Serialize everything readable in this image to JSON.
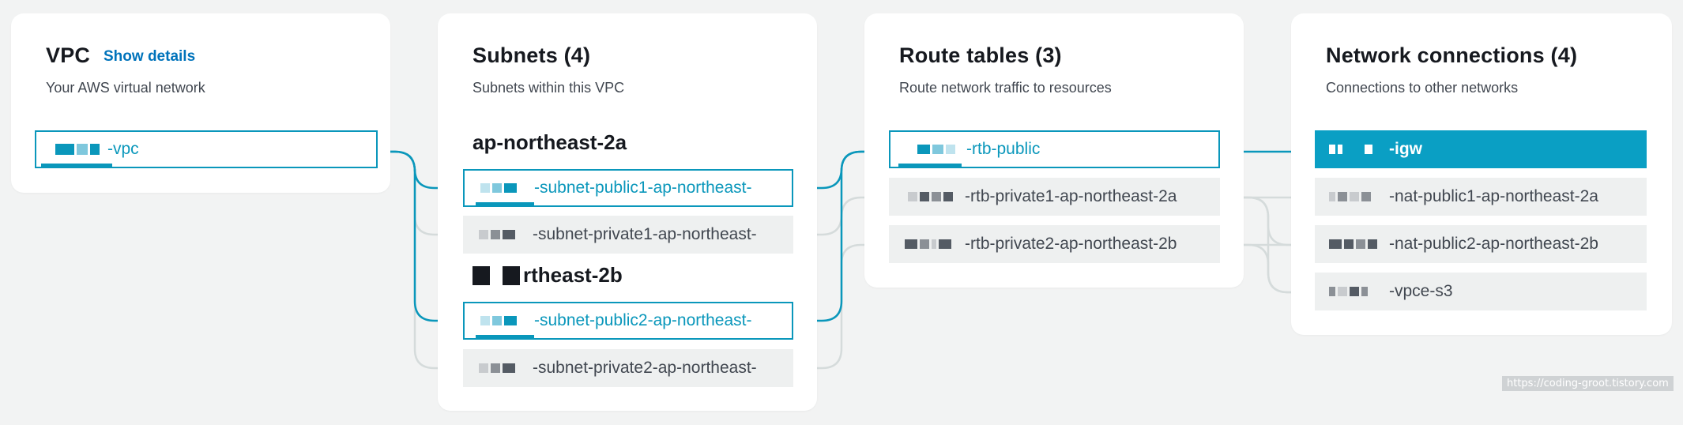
{
  "vpc": {
    "title": "VPC",
    "show_details": "Show details",
    "subtitle": "Your AWS virtual network",
    "node": "-vpc"
  },
  "subnets": {
    "title": "Subnets (4)",
    "subtitle": "Subnets within this VPC",
    "zones": [
      {
        "label": "ap-northeast-2a",
        "items": [
          "-subnet-public1-ap-northeast-",
          "-subnet-private1-ap-northeast-"
        ]
      },
      {
        "label": "rtheast-2b",
        "items": [
          "-subnet-public2-ap-northeast-",
          "-subnet-private2-ap-northeast-"
        ]
      }
    ]
  },
  "route_tables": {
    "title": "Route tables (3)",
    "subtitle": "Route network traffic to resources",
    "items": [
      "-rtb-public",
      "-rtb-private1-ap-northeast-2a",
      "-rtb-private2-ap-northeast-2b"
    ]
  },
  "network_connections": {
    "title": "Network connections (4)",
    "subtitle": "Connections to other networks",
    "items": [
      "-igw",
      "-nat-public1-ap-northeast-2a",
      "-nat-public2-ap-northeast-2b",
      "-vpce-s3"
    ]
  },
  "watermark": "https://coding-groot.tistory.com",
  "colors": {
    "active": "#0a97bb",
    "selected_bg": "#0a9fc4",
    "inactive_bg": "#eef0f0",
    "link": "#0073bb",
    "wire_inactive": "#d5dbdb"
  }
}
